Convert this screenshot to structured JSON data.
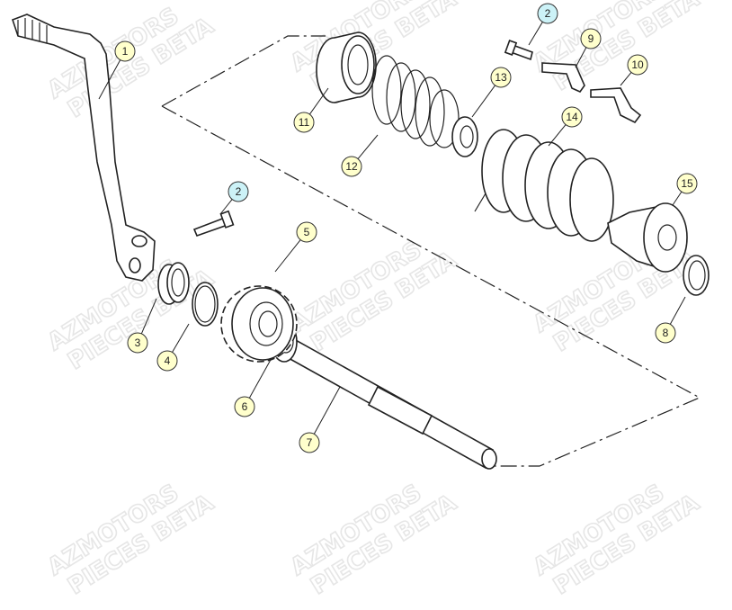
{
  "watermark": {
    "line1": "AZMOTORS",
    "line2": "PIECES BETA"
  },
  "colors": {
    "callout_default": "#ffffcc",
    "callout_highlight": "#ccf2f7",
    "stroke": "#222222"
  },
  "callouts": [
    {
      "label": "1",
      "highlight": false
    },
    {
      "label": "2",
      "highlight": true
    },
    {
      "label": "9",
      "highlight": false
    },
    {
      "label": "10",
      "highlight": false
    },
    {
      "label": "11",
      "highlight": false
    },
    {
      "label": "12",
      "highlight": false
    },
    {
      "label": "13",
      "highlight": false
    },
    {
      "label": "14",
      "highlight": false
    },
    {
      "label": "15",
      "highlight": false
    },
    {
      "label": "2",
      "highlight": true
    },
    {
      "label": "5",
      "highlight": false
    },
    {
      "label": "3",
      "highlight": false
    },
    {
      "label": "4",
      "highlight": false
    },
    {
      "label": "6",
      "highlight": false
    },
    {
      "label": "7",
      "highlight": false
    },
    {
      "label": "8",
      "highlight": false
    }
  ]
}
